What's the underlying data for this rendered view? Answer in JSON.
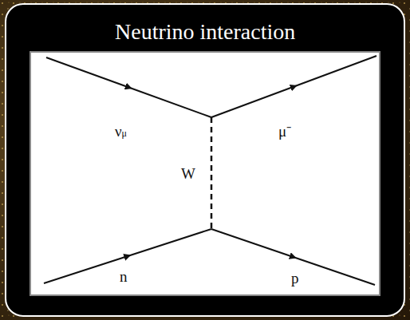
{
  "diagram": {
    "title": "Neutrino interaction",
    "labels": [
      "νμ",
      "μ⁻",
      "W",
      "n",
      "p"
    ]
  }
}
